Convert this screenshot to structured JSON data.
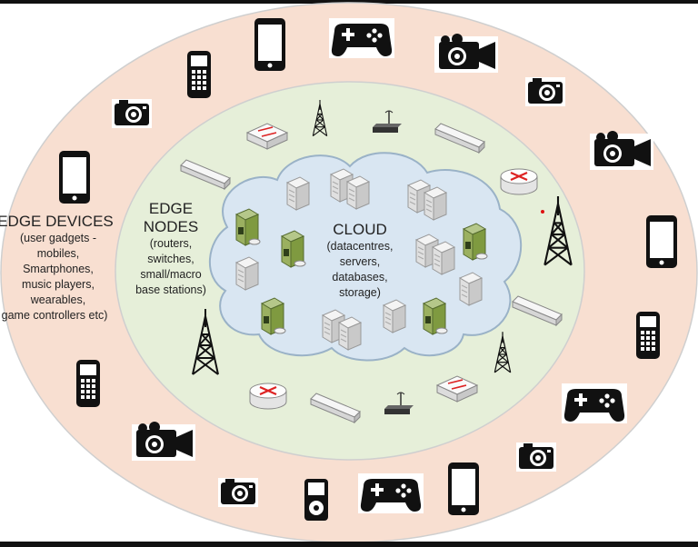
{
  "diagram": {
    "edge_devices": {
      "title": "EDGE DEVICES",
      "lines": [
        "(user gadgets -",
        "mobiles,",
        "Smartphones,",
        "music players,",
        "wearables,",
        "game controllers etc)"
      ]
    },
    "edge_nodes": {
      "title_lines": [
        "EDGE",
        "NODES"
      ],
      "lines": [
        "(routers,",
        "switches,",
        "small/macro",
        "base stations)"
      ]
    },
    "cloud": {
      "title": "CLOUD",
      "lines": [
        "(datacentres,",
        "servers,",
        "databases,",
        "storage)"
      ]
    },
    "colors": {
      "outer_ring": "#f8dfd1",
      "middle_ring": "#e6efd9",
      "cloud_fill": "#d9e6f2",
      "cloud_stroke": "#9ab2c7",
      "ring_stroke": "#c8c8c8"
    },
    "icons": {
      "edge_devices": [
        "smartphone-icon",
        "mobile-phone-icon",
        "camera-icon",
        "game-controller-icon",
        "video-camera-icon",
        "music-player-icon"
      ],
      "edge_nodes": [
        "router-icon",
        "switch-icon",
        "cell-tower-icon",
        "wifi-access-point-icon"
      ],
      "cloud": [
        "server-icon",
        "server-rack-icon",
        "database-server-icon"
      ]
    }
  }
}
